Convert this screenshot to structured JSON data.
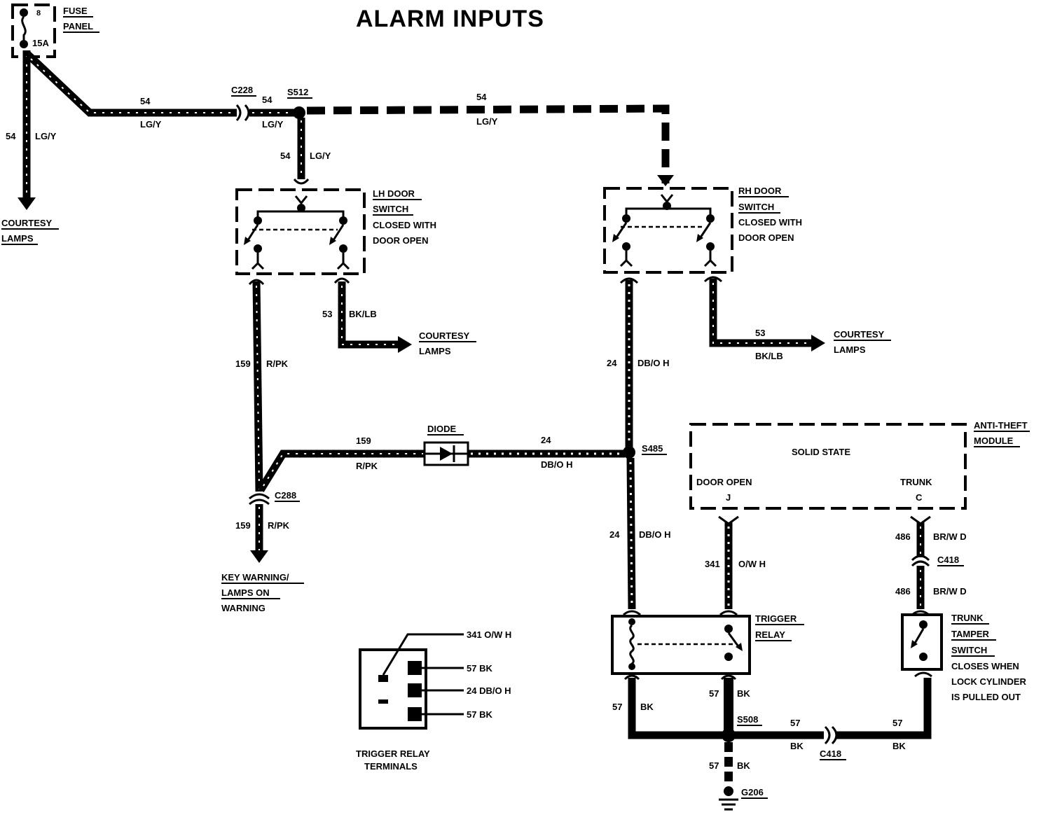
{
  "title": "ALARM INPUTS",
  "fuse_panel": {
    "label_line1": "FUSE",
    "label_line2": "PANEL",
    "rating": "15A",
    "fuse_number": "8"
  },
  "courtesy_lamps_left": {
    "line1": "COURTESY",
    "line2": "LAMPS"
  },
  "wires": {
    "c54_vertical": {
      "circuit": "54",
      "color": "LG/Y"
    },
    "c54_horizontal": {
      "circuit": "54",
      "color": "LG/Y"
    },
    "c54_after_c228": {
      "circuit": "54",
      "color": "LG/Y"
    },
    "c54_drop_lh": {
      "circuit": "54",
      "color": "LG/Y"
    },
    "c54_top_dashed": {
      "circuit": "54",
      "color": "LG/Y"
    },
    "c53_lh": {
      "circuit": "53",
      "color": "BK/LB"
    },
    "c53_rh": {
      "circuit": "53",
      "color": "BK/LB"
    },
    "c159_vertical": {
      "circuit": "159",
      "color": "R/PK"
    },
    "c159_horizontal": {
      "circuit": "159",
      "color": "R/PK"
    },
    "c159_lower": {
      "circuit": "159",
      "color": "R/PK"
    },
    "c24_diode": {
      "circuit": "24",
      "color": "DB/O H"
    },
    "c24_upper": {
      "circuit": "24",
      "color": "DB/O H"
    },
    "c24_lower": {
      "circuit": "24",
      "color": "DB/O H"
    },
    "c341": {
      "circuit": "341",
      "color": "O/W H"
    },
    "c486_upper": {
      "circuit": "486",
      "color": "BR/W D"
    },
    "c486_lower": {
      "circuit": "486",
      "color": "BR/W D"
    },
    "c57_left": {
      "circuit": "57",
      "color": "BK"
    },
    "c57_mid": {
      "circuit": "57",
      "color": "BK"
    },
    "c57_right1": {
      "circuit": "57",
      "color": "BK"
    },
    "c57_right2": {
      "circuit": "57",
      "color": "BK"
    },
    "c57_ground": {
      "circuit": "57",
      "color": "BK"
    }
  },
  "connectors": {
    "c228": "C228",
    "c288": "C288",
    "c418_upper": "C418",
    "c418_lower": "C418"
  },
  "splices": {
    "s512": "S512",
    "s485": "S485",
    "s508": "S508"
  },
  "ground": "G206",
  "lh_door_switch": {
    "line1": "LH DOOR",
    "line2": "SWITCH",
    "line3": "CLOSED WITH",
    "line4": "DOOR OPEN"
  },
  "rh_door_switch": {
    "line1": "RH DOOR",
    "line2": "SWITCH",
    "line3": "CLOSED WITH",
    "line4": "DOOR OPEN"
  },
  "courtesy_lamps_mid": {
    "line1": "COURTESY",
    "line2": "LAMPS"
  },
  "courtesy_lamps_right": {
    "line1": "COURTESY",
    "line2": "LAMPS"
  },
  "diode": "DIODE",
  "key_warning": {
    "line1": "KEY WARNING/",
    "line2": "LAMPS ON",
    "line3": "WARNING"
  },
  "anti_theft_module": {
    "name_line1": "ANTI-THEFT",
    "name_line2": "MODULE",
    "inner": "SOLID STATE",
    "door_open": "DOOR OPEN",
    "pin_j": "J",
    "trunk": "TRUNK",
    "pin_c": "C"
  },
  "trigger_relay": {
    "line1": "TRIGGER",
    "line2": "RELAY"
  },
  "trunk_tamper_switch": {
    "line1": "TRUNK",
    "line2": "TAMPER",
    "line3": "SWITCH",
    "line4": "CLOSES WHEN",
    "line5": "LOCK CYLINDER",
    "line6": "IS PULLED OUT"
  },
  "relay_terminals": {
    "caption_line1": "TRIGGER RELAY",
    "caption_line2": "TERMINALS",
    "t1": "341 O/W H",
    "t2": "57 BK",
    "t3": "24 DB/O H",
    "t4": "57 BK"
  }
}
